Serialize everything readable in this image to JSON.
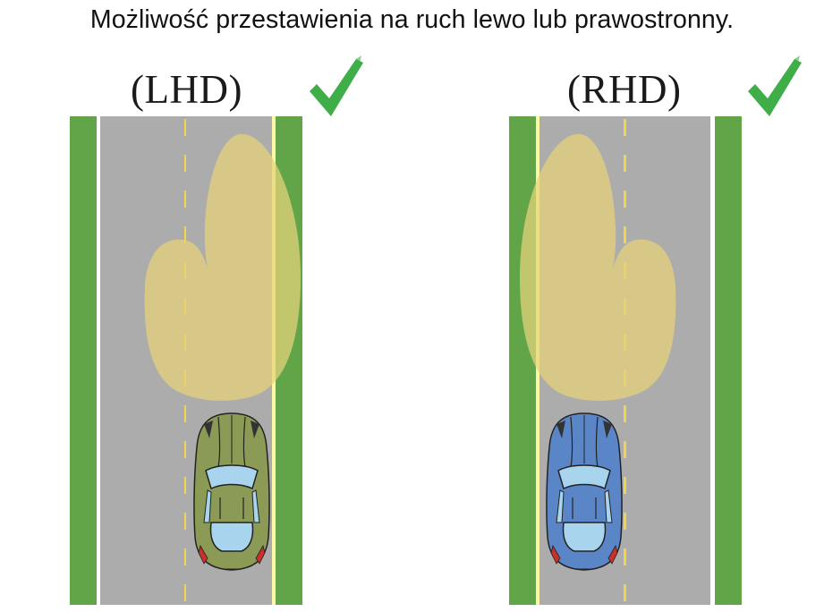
{
  "caption": "Możliwość przestawienia na ruch lewo lub prawostronny.",
  "panels": [
    {
      "id": "lhd",
      "label": "(LHD)",
      "status_icon": "checkmark-icon",
      "car_color": "#8b9a55",
      "beam_side": "right"
    },
    {
      "id": "rhd",
      "label": "(RHD)",
      "status_icon": "checkmark-icon",
      "car_color": "#5a86c8",
      "beam_side": "left"
    }
  ],
  "colors": {
    "grass": "#62a548",
    "road": "#acacac",
    "lane_dash": "#f2d54a",
    "edge_line": "#ffffff",
    "beam": "#e8d27a",
    "check": "#3fae49",
    "window": "#a9d4ee",
    "tail_light": "#c8302a"
  }
}
